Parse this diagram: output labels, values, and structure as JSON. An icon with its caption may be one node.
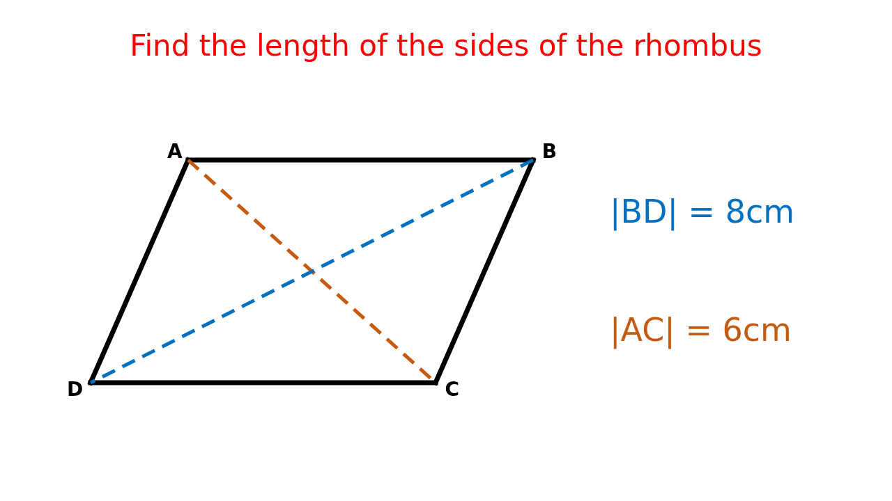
{
  "diagram": {
    "title": "Find the length of the sides of the rhombus",
    "nodes": [
      {
        "text": [
          "A"
        ]
      },
      {
        "text": [
          "B"
        ]
      },
      {
        "text": [
          "C"
        ]
      },
      {
        "text": [
          "D"
        ]
      }
    ],
    "edges": [
      {
        "from": 0,
        "to": 1,
        "arrow": "none"
      },
      {
        "from": 1,
        "to": 2,
        "arrow": "none"
      },
      {
        "from": 2,
        "to": 3,
        "arrow": "none"
      },
      {
        "from": 3,
        "to": 0,
        "arrow": "none"
      },
      {
        "from": 0,
        "to": 2,
        "arrow": "none",
        "style": "dashed",
        "color": "#c55a11"
      },
      {
        "from": 1,
        "to": 3,
        "arrow": "none",
        "style": "dashed",
        "color": "#0070c0"
      }
    ],
    "labels": [
      "|BD| = 8cm",
      "|AC| = 6cm"
    ]
  }
}
